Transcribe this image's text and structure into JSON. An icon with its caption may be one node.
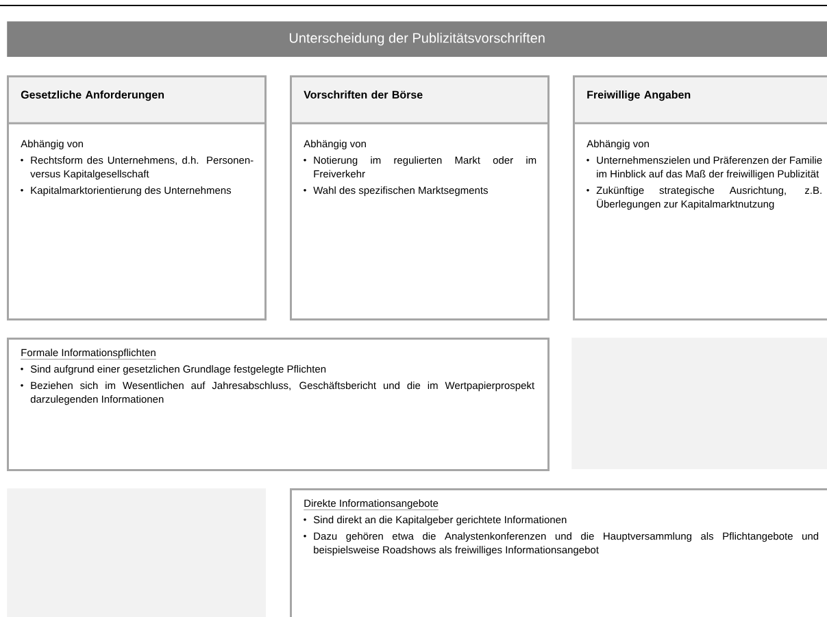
{
  "diagram": {
    "nodes": [
      {
        "text": [
          "Unterscheidung der Publizitätsvorschriften"
        ]
      },
      {
        "text": [
          "Gesetzliche Anforderungen",
          "Abhängig von",
          "Rechtsform des Unternehmens, d.h. Personen- versus Kapitalgesellschaft",
          "Kapitalmarktorientierung des Unternehmens"
        ]
      },
      {
        "text": [
          "Vorschriften der Börse",
          "Abhängig von",
          "Notierung im regulierten Markt oder im Freiverkehr",
          "Wahl des spezifischen Marktsegments"
        ]
      },
      {
        "text": [
          "Freiwillige Angaben",
          "Abhängig von",
          "Unternehmenszielen und Präferenzen der Familie im Hinblick auf das Maß der freiwilligen Publizität",
          "Zukünftige strategische Ausrichtung, z.B. Überlegungen zur Kapitalmarktnutzung"
        ]
      },
      {
        "text": [
          "Formale Informationspflichten",
          "Sind aufgrund einer gesetzlichen Grundlage festgelegte Pflichten",
          "Beziehen sich im Wesentlichen auf Jahresabschluss, Geschäftsbericht und die im Wertpapierprospekt darzulegenden Informationen"
        ]
      },
      {
        "text": [],
        "shape": "box"
      },
      {
        "text": [],
        "shape": "box"
      },
      {
        "text": [
          "Direkte Informationsangebote",
          "Sind direkt an die Kapitalgeber gerichtete Informationen",
          "Dazu gehören etwa die Analystenkonferenzen und die Hauptversammlung als Pflichtangebote und beispielsweise Roadshows als freiwilliges Informationsangebot"
        ]
      }
    ]
  }
}
